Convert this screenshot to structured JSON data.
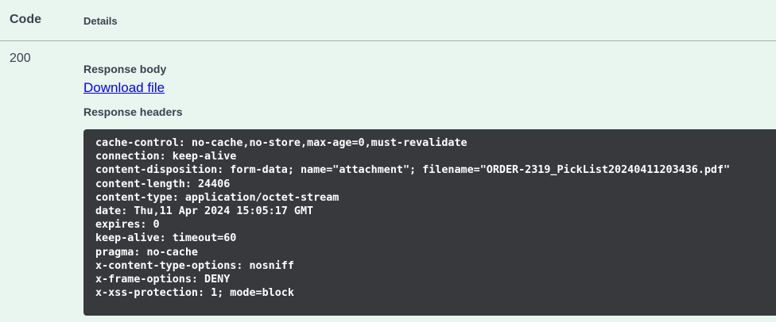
{
  "table": {
    "code_header": "Code",
    "details_header": "Details"
  },
  "response": {
    "code": "200",
    "body_label": "Response body",
    "download_label": "Download file",
    "headers_label": "Response headers",
    "headers": [
      "cache-control: no-cache,no-store,max-age=0,must-revalidate",
      "connection: keep-alive",
      "content-disposition: form-data; name=\"attachment\"; filename=\"ORDER-2319_PickList20240411203436.pdf\"",
      "content-length: 24406",
      "content-type: application/octet-stream",
      "date: Thu,11 Apr 2024 15:05:17 GMT",
      "expires: 0",
      "keep-alive: timeout=60",
      "pragma: no-cache",
      "x-content-type-options: nosniff",
      "x-frame-options: DENY",
      "x-xss-protection: 1; mode=block"
    ]
  },
  "colors": {
    "page_background": "#e9f5ef",
    "heading_text": "#3b4151",
    "divider": "#a9aeb3",
    "link_blue": "#0000ee",
    "headers_block_background": "#37393c",
    "headers_block_text": "#ffffff"
  }
}
